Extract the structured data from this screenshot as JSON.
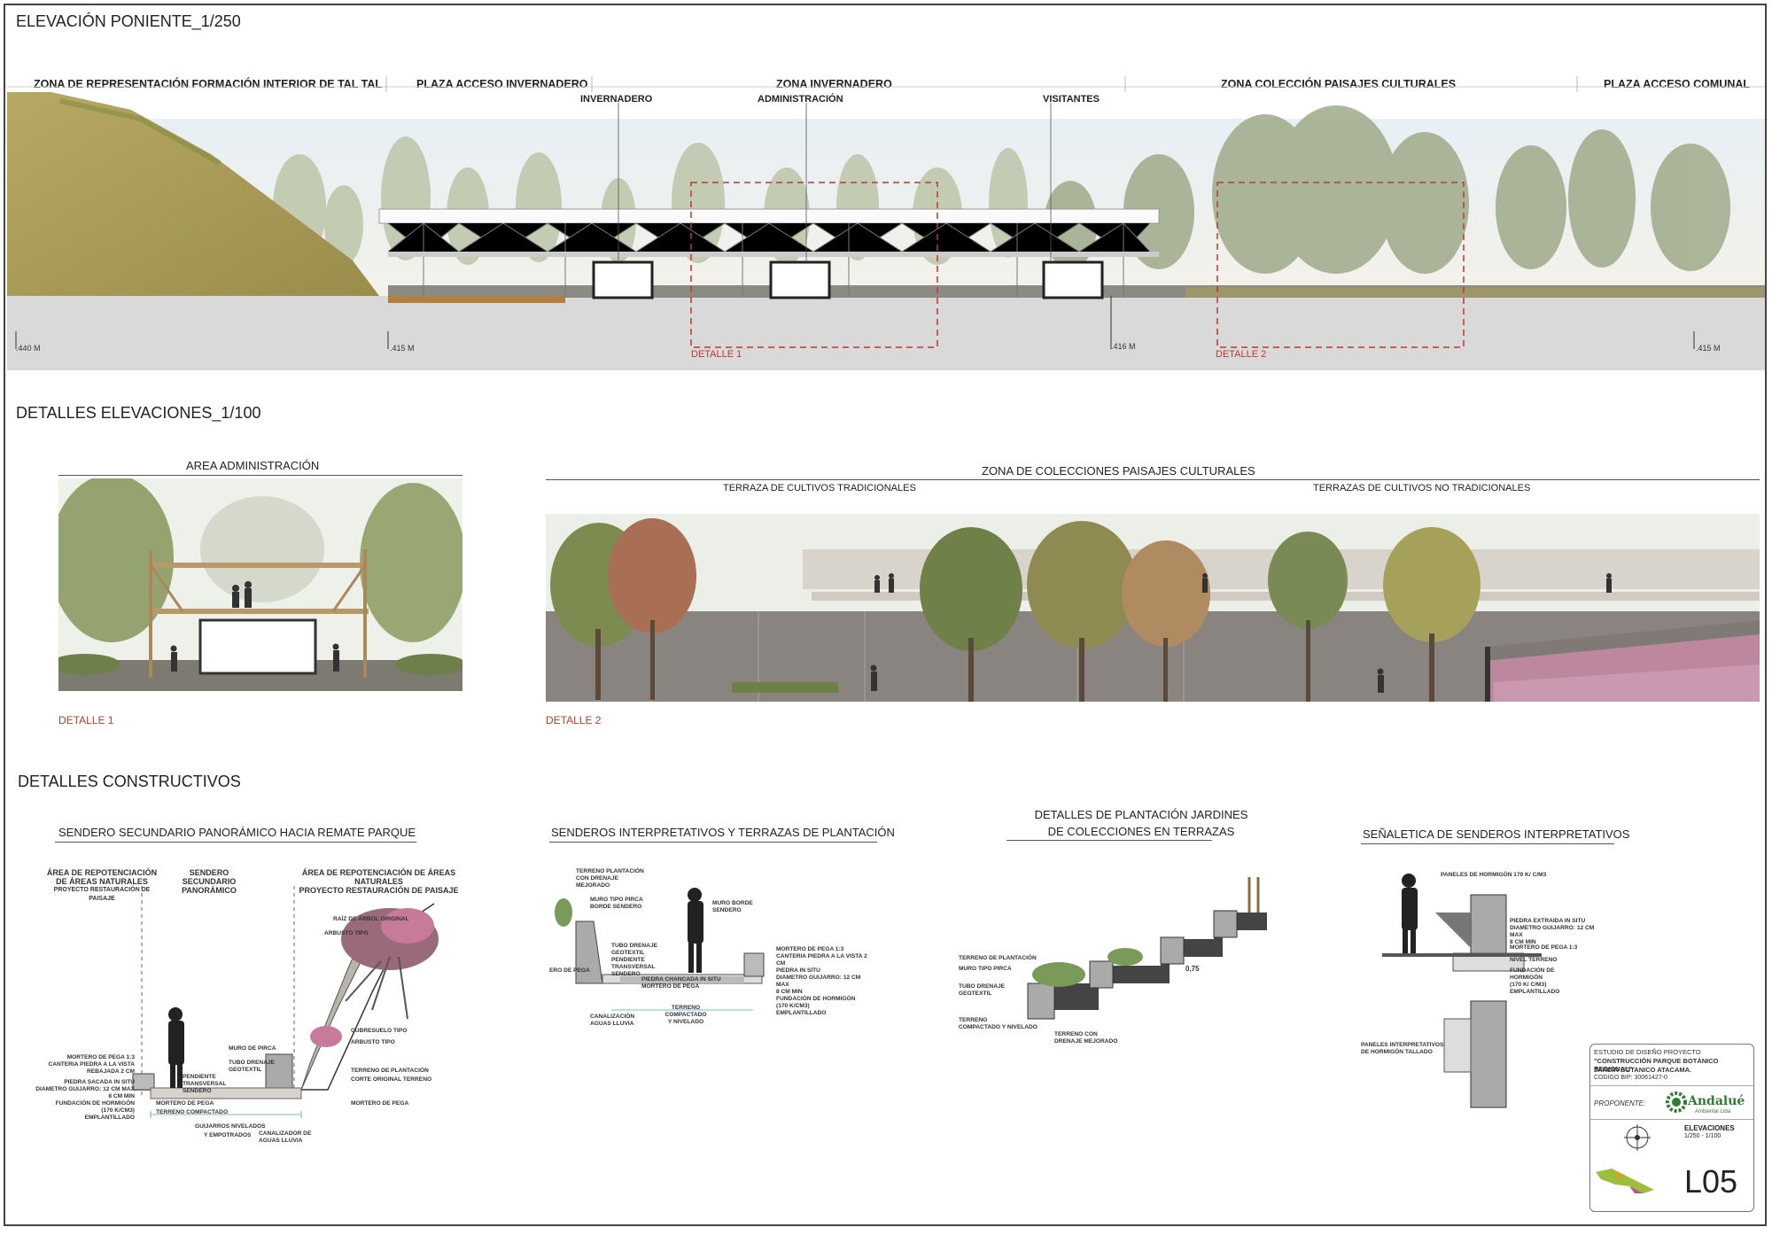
{
  "elevation": {
    "title": "ELEVACIÓN PONIENTE_1/250",
    "zones": [
      "ZONA DE REPRESENTACIÓN FORMACIÓN INTERIOR DE TAL TAL",
      "PLAZA ACCESO INVERNADERO",
      "ZONA INVERNADERO",
      "ZONA COLECCIÓN PAISAJES CULTURALES",
      "PLAZA ACCESO COMUNAL"
    ],
    "subzones": [
      "INVERNADERO",
      "ADMINISTRACIÓN",
      "VISITANTES"
    ],
    "levels": [
      ".440 M",
      ".415 M",
      ".416  M",
      ".415 M"
    ],
    "detail_labels": [
      "DETALLE 1",
      "DETALLE 2"
    ]
  },
  "details": {
    "title": "DETALLES ELEVACIONES_1/100",
    "admin_title": "AREA ADMINISTRACIÓN",
    "colecciones_title": "ZONA DE COLECCIONES PAISAJES CULTURALES",
    "terraza_tradicional": "TERRAZA DE CULTIVOS TRADICIONALES",
    "terraza_no_tradicional": "TERRAZAS DE CULTIVOS NO TRADICIONALES",
    "detalle1": "DETALLE 1",
    "detalle2": "DETALLE 2"
  },
  "constructivos": {
    "title": "DETALLES CONSTRUCTIVOS",
    "sendero_title": "SENDERO SECUNDARIO PANORÁMICO HACIA REMATE PARQUE",
    "sendero_headers": [
      "ÁREA DE REPOTENCIACIÓN DE ÁREAS NATURALES",
      "PROYECTO RESTAURACIÓN DE PAISAJE",
      "SENDERO SECUNDARIO PANORÁMICO",
      "ÁREA DE REPOTENCIACIÓN DE ÁREAS NATURALES",
      "PROYECTO RESTAURACIÓN DE PAISAJE"
    ],
    "sendero_notes": [
      "RAÍZ DE ÁRBOL ORIGINAL",
      "ARBUSTO TIPO",
      "CUBRESUELO TIPO",
      "ARBUSTO TIPO",
      "MURO DE PIRCA",
      "TUBO DRENAJE GEOTEXTIL",
      "PENDIENTE TRANSVERSAL SENDERO",
      "TERRENO DE PLANTACIÓN",
      "CORTE ORIGINAL TERRENO",
      "MORTERO DE PEGA",
      "MORTERO DE PEGA",
      "TERRENO COMPACTADO",
      "GUIJARROS NIVELADOS",
      "Y EMPOTRADOS",
      "CANALIZADOR DE AGUAS LLUVIA",
      "MORTERO DE PEGA 1:3",
      "CANTERIA PIEDRA A LA VISTA",
      "REBAJADA 2 CM",
      "PIEDRA SACADA IN SITU",
      "DIAMETRO GUIJARRO: 12 CM MAX",
      "8 CM MIN",
      "FUNDACIÓN DE HORMIGÓN",
      "(170 K/CM3)",
      "EMPLANTILLADO"
    ],
    "senderos_title": "SENDEROS INTERPRETATIVOS Y TERRAZAS DE PLANTACIÓN",
    "senderos_notes": [
      "TERRENO PLANTACIÓN",
      "CON DRENAJE MEJORADO",
      "MURO TIPO PIRCA",
      "BORDE SENDERO",
      "MURO BORDE",
      "SENDERO",
      "TUBO DRENAJE",
      "GEOTEXTIL",
      "PENDIENTE TRANSVERSAL",
      "SENDERO",
      "ERO DE PEGA",
      "PIEDRA CHANCADA IN SITU",
      "MORTERO DE PEGA",
      "TERRENO COMPACTADO",
      "Y NIVELADO",
      "CANALIZACIÓN",
      "AGUAS LLUVIA",
      "MORTERO DE PEGA 1:3",
      "CANTERIA PIEDRA A LA VISTA 2 CM",
      "PIEDRA IN SITU",
      "DIAMETRO GUIJARRO: 12 CM MAX",
      "8 CM MIN",
      "FUNDACIÓN DE HORMIGÓN",
      "(170 K/CM3)",
      "EMPLANTILLADO"
    ],
    "plantacion_title_1": "DETALLES DE PLANTACIÓN JARDINES",
    "plantacion_title_2": "DE COLECCIONES EN TERRAZAS",
    "plantacion_notes": [
      "TERRENO DE PLANTACIÓN",
      "MURO TIPO PIRCA",
      "TUBO DRENAJE",
      "GEOTEXTIL",
      "TERRENO",
      "COMPACTADO Y NIVELADO",
      "TERRENO CON",
      "DRENAJE MEJORADO",
      "0,75"
    ],
    "senaletica_title": "SEÑALETICA DE SENDEROS INTERPRETATIVOS",
    "senaletica_notes": [
      "PANELES DE HORMIGÓN 170 K/ C/M3",
      "PIEDRA EXTRAIDA IN SITU",
      "DIAMETRO GUIJARRO: 12 CM MAX",
      "8 CM MIN",
      "MORTERO DE PEGA 1:3",
      "NIVEL TERRENO",
      "FUNDACIÓN DE HORMIGÓN",
      "(170 K/ C/M3)",
      "EMPLANTILLADO",
      "PANELES INTERPRETATIVOS",
      "DE HORMIGÓN TALLADO"
    ]
  },
  "title_block": {
    "studio": "ESTUDIO DE DISEÑO PROYECTO",
    "project": "\"CONSTRUCCIÓN PARQUE BOTÁNICO REGIONAL\"",
    "place": "JARDIN BOTANICO ATACAMA.",
    "code": "CODIGO BIP: 30061427-0",
    "proponente": "PROPONENTE:",
    "brand": "Andalué",
    "brand_sub": "Ambiental Ltda",
    "sheet_name": "ELEVACIONES",
    "scale": "1/250 - 1/100",
    "sheet_no": "L05"
  },
  "colors": {
    "accent_red": "#c0392b",
    "hill": "#a89a55",
    "sky": "#dde9f0",
    "ground": "#d8d8d8",
    "wall": "#8a8480",
    "tree": "#6a7d4a",
    "flowers": "#c57a9a",
    "brand": "#2e7d32"
  }
}
